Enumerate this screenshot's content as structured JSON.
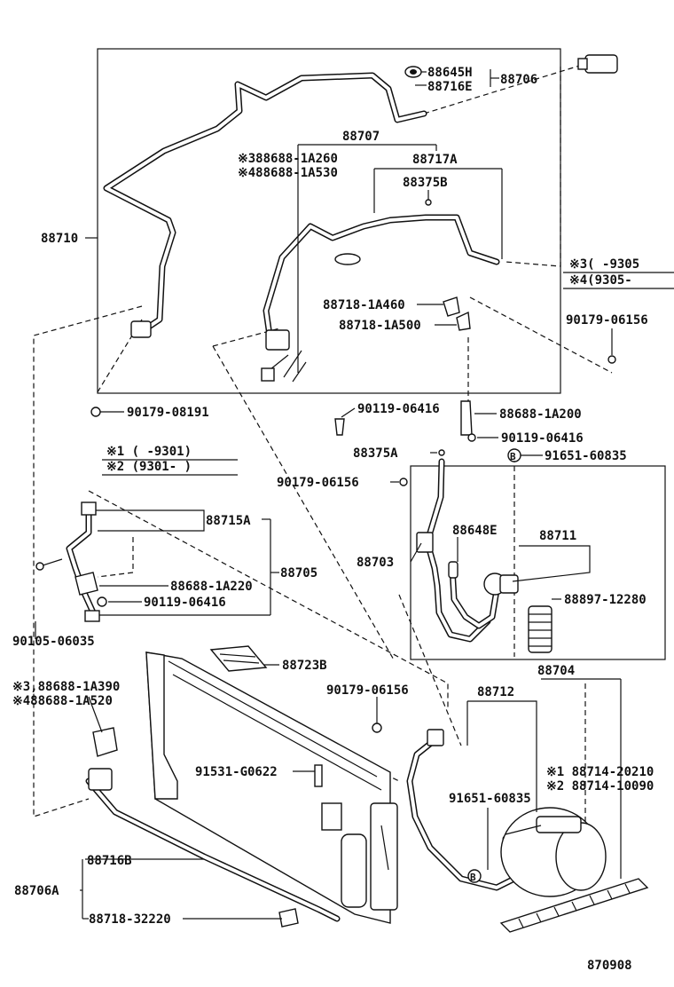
{
  "diagram_id": "870908",
  "notes": {
    "n3": "※3(     -9305",
    "n4": "※4(9305-",
    "n1": "※1  (     -9301)",
    "n2": "※2  (9301-     )"
  },
  "labels": {
    "p88645H": "88645H",
    "p88716E": "88716E",
    "p88706": "88706",
    "p88707": "88707",
    "p88717A": "88717A",
    "p88375B": "88375B",
    "p3_88688_1A260": "※388688-1A260",
    "p4_88688_1A530": "※488688-1A530",
    "p88710": "88710",
    "p88718_1A460": "88718-1A460",
    "p88718_1A500": "88718-1A500",
    "p90179_06156_a": "90179-06156",
    "p90179_08191": "90179-08191",
    "p90119_06416_a": "90119-06416",
    "p88688_1A200": "88688-1A200",
    "p90119_06416_b": "90119-06416",
    "p88375A": "88375A",
    "p91651_60835_a": "91651-60835",
    "p90179_06156_b": "90179-06156",
    "p88648E": "88648E",
    "p88711": "88711",
    "p88703": "88703",
    "p88897_12280": "88897-12280",
    "p88715A": "88715A",
    "p88705": "88705",
    "p88688_1A220": "88688-1A220",
    "p90119_06416_c": "90119-06416",
    "p90105_06035": "90105-06035",
    "p88723B": "88723B",
    "p88704": "88704",
    "p3_88688_1A390": "※3,88688-1A390",
    "p4_88688_1A520": "※488688-1A520",
    "p90179_06156_c": "90179-06156",
    "p88712": "88712",
    "p91531_G0622": "91531-G0622",
    "p1_88714_20210": "※1  88714-20210",
    "p2_88714_10090": "※2  88714-10090",
    "p91651_60835_b": "91651-60835",
    "p88716B": "88716B",
    "p88706A": "88706A",
    "p88718_32220": "88718-32220",
    "circleB_a": "B",
    "circleB_b": "B"
  }
}
